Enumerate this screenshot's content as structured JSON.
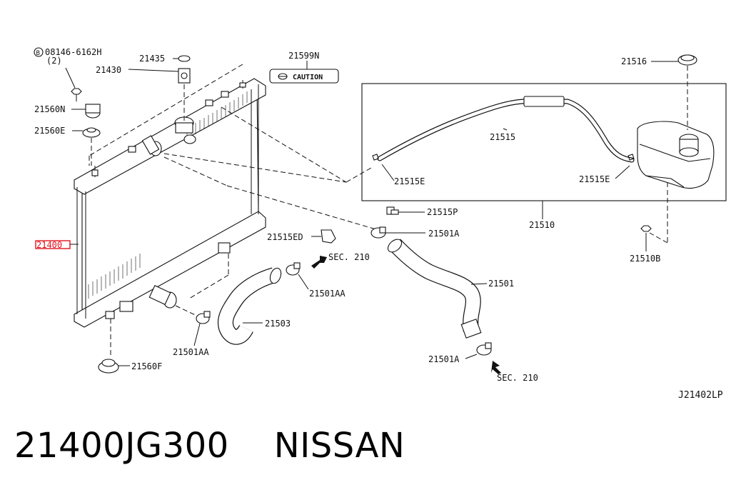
{
  "diagram": {
    "code": "J21402LP",
    "callouts": {
      "bolt_std": "08146-6162H",
      "bolt_qty": "(2)",
      "p21435": "21435",
      "p21430": "21430",
      "p21560N": "21560N",
      "p21560E": "21560E",
      "p21400": "21400",
      "p21599N": "21599N",
      "caution": "CAUTION",
      "p21516": "21516",
      "p21515": "21515",
      "p21515E_a": "21515E",
      "p21515E_b": "21515E",
      "p21510": "21510",
      "p21515P": "21515P",
      "p21501A_a": "21501A",
      "p21515ED": "21515ED",
      "sec210_a": "SEC. 210",
      "p21501AA_a": "21501AA",
      "p21501": "21501",
      "p21503": "21503",
      "p21501AA_b": "21501AA",
      "p21560F": "21560F",
      "p21501A_b": "21501A",
      "sec210_b": "SEC. 210",
      "p21510B": "21510B"
    },
    "highlight_color": "#e0141e"
  },
  "caption": {
    "part_number": "21400JG300",
    "brand": "NISSAN"
  }
}
